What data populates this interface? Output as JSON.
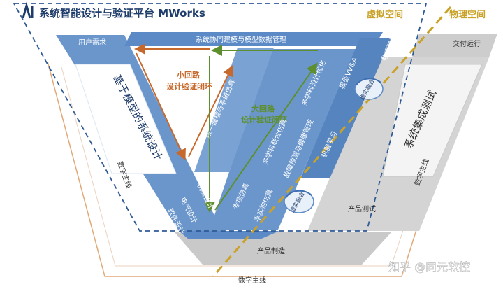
{
  "title": "系统智能设计与验证平台 MWorks",
  "zones": {
    "virtual": "虚拟空间",
    "physical": "物理空间"
  },
  "left_blocks": {
    "user_requirements": "用户需求",
    "model_based_design": "基于模型的系统设计",
    "mechanical_design": "机械设计",
    "electrical_design": "电气设计",
    "software_design": "软件设计"
  },
  "top_bar": "系统协同建模与模型数据管理",
  "center_blocks": {
    "unified_modeling": "统一建模与系统仿真",
    "multi_disc_design_opt": "多学科设计优化",
    "multi_disc_joint_sim": "多学科联合仿真",
    "fault_prediction": "故障预测与健康管理",
    "model_vva": "模型VV&A",
    "machine_learning": "机器学习",
    "data_visualization": "数据可视化",
    "special_sim": "专项仿真",
    "semi_physical_sim": "半实物仿真"
  },
  "loops": {
    "small_line1": "小回路",
    "small_line2": "设计验证闭环",
    "big_line1": "大回路",
    "big_line2": "设计验证闭环"
  },
  "fusion": {
    "top": "虚实融合",
    "bottom": "虚实融合"
  },
  "right_blocks": {
    "delivery": "交付运行",
    "system_integration_test": "系统集成测试",
    "product_testing": "产品测试"
  },
  "bottom_block": "产品制造",
  "digital_thread": {
    "left": "数字主线",
    "right": "数字主线",
    "bottom": "数字主线"
  },
  "watermark": "知乎 @同元软控",
  "colors": {
    "blue": "#6a96cc",
    "blue_dark": "#5584bf",
    "gray": "#cdcdcd",
    "gray_dark": "#b9b9b9",
    "gold": "#c9a227",
    "orange": "#c7692c",
    "green": "#5e8f2f",
    "navy": "#1f3d6b",
    "frame": "#3f6fb3"
  }
}
